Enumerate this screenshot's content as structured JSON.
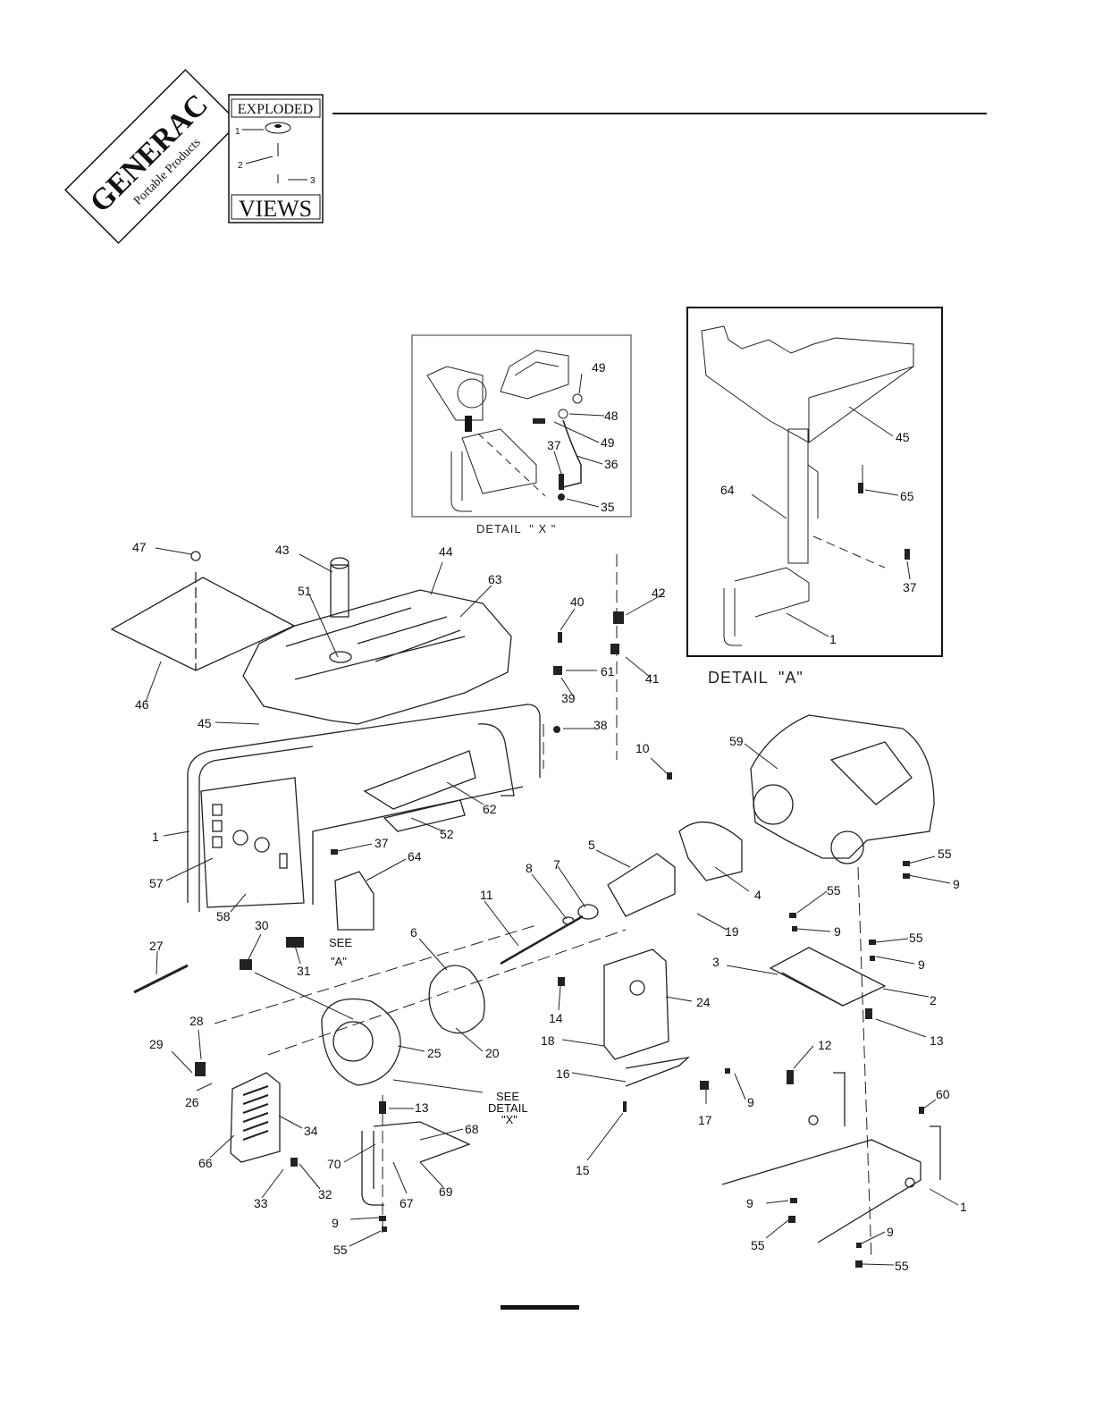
{
  "brand": {
    "name": "GENERAC",
    "tagline": "Portable Products"
  },
  "header": {
    "badge_top": "EXPLODED",
    "badge_bottom": "VIEWS",
    "badge_callouts": [
      "1",
      "2",
      "3"
    ]
  },
  "details": {
    "x_caption": "DETAIL  \" X \"",
    "a_caption": "DETAIL  \"A\""
  },
  "see_notes": {
    "see_a_line1": "SEE",
    "see_a_line2": "\"A\"",
    "see_x_line1": "SEE",
    "see_x_line2": "DETAIL",
    "see_x_line3": "\"X\""
  },
  "callouts": [
    {
      "text": "47"
    },
    {
      "text": "43"
    },
    {
      "text": "44"
    },
    {
      "text": "51"
    },
    {
      "text": "63"
    },
    {
      "text": "40"
    },
    {
      "text": "42"
    },
    {
      "text": "61"
    },
    {
      "text": "41"
    },
    {
      "text": "39"
    },
    {
      "text": "46"
    },
    {
      "text": "45"
    },
    {
      "text": "38"
    },
    {
      "text": "10"
    },
    {
      "text": "59"
    },
    {
      "text": "1"
    },
    {
      "text": "62"
    },
    {
      "text": "52"
    },
    {
      "text": "37"
    },
    {
      "text": "57"
    },
    {
      "text": "64"
    },
    {
      "text": "58"
    },
    {
      "text": "5"
    },
    {
      "text": "4"
    },
    {
      "text": "55"
    },
    {
      "text": "9"
    },
    {
      "text": "55"
    },
    {
      "text": "9"
    },
    {
      "text": "8"
    },
    {
      "text": "7"
    },
    {
      "text": "27"
    },
    {
      "text": "30"
    },
    {
      "text": "11"
    },
    {
      "text": "6"
    },
    {
      "text": "19"
    },
    {
      "text": "55"
    },
    {
      "text": "9"
    },
    {
      "text": "31"
    },
    {
      "text": "3"
    },
    {
      "text": "2"
    },
    {
      "text": "14"
    },
    {
      "text": "24"
    },
    {
      "text": "28"
    },
    {
      "text": "13"
    },
    {
      "text": "29"
    },
    {
      "text": "25"
    },
    {
      "text": "20"
    },
    {
      "text": "18"
    },
    {
      "text": "12"
    },
    {
      "text": "16"
    },
    {
      "text": "26"
    },
    {
      "text": "9"
    },
    {
      "text": "60"
    },
    {
      "text": "17"
    },
    {
      "text": "13"
    },
    {
      "text": "34"
    },
    {
      "text": "68"
    },
    {
      "text": "66"
    },
    {
      "text": "70"
    },
    {
      "text": "15"
    },
    {
      "text": "33"
    },
    {
      "text": "32"
    },
    {
      "text": "67"
    },
    {
      "text": "69"
    },
    {
      "text": "9"
    },
    {
      "text": "55"
    },
    {
      "text": "1"
    },
    {
      "text": "9"
    },
    {
      "text": "55"
    },
    {
      "text": "55"
    },
    {
      "text": "9"
    }
  ],
  "detail_x_callouts": [
    {
      "text": "49"
    },
    {
      "text": "48"
    },
    {
      "text": "49"
    },
    {
      "text": "36"
    },
    {
      "text": "37"
    },
    {
      "text": "35"
    }
  ],
  "detail_a_callouts": [
    {
      "text": "45"
    },
    {
      "text": "64"
    },
    {
      "text": "65"
    },
    {
      "text": "37"
    },
    {
      "text": "1"
    }
  ]
}
